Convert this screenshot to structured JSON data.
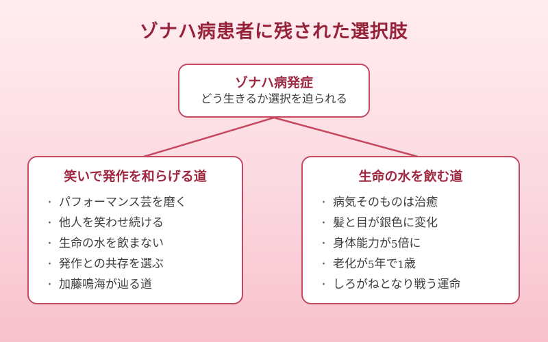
{
  "title": "ゾナハ病患者に残された選択肢",
  "bullet": "・",
  "root": {
    "heading": "ゾナハ病発症",
    "subheading": "どう生きるか選択を迫られる"
  },
  "branches": {
    "left": {
      "heading": "笑いで発作を和らげる道",
      "groups": [
        [
          "パフォーマンス芸を磨く",
          "他人を笑わせ続ける",
          "生命の水を飲まない"
        ],
        [
          "発作との共存を選ぶ",
          "加藤鳴海が辿る道"
        ]
      ]
    },
    "right": {
      "heading": "生命の水を飲む道",
      "groups": [
        [
          "病気そのものは治癒",
          "髪と目が銀色に変化",
          "身体能力が5倍に"
        ],
        [
          "老化が5年で1歳",
          "しろがねとなり戦う運命"
        ]
      ]
    }
  },
  "colors": {
    "accent_border": "#c4485f",
    "title_red": "#962339",
    "heading_red": "#9e2840",
    "body_text": "#3d3d3d",
    "background_top": "#ffedf0",
    "background_bottom": "#f8c1cd"
  }
}
